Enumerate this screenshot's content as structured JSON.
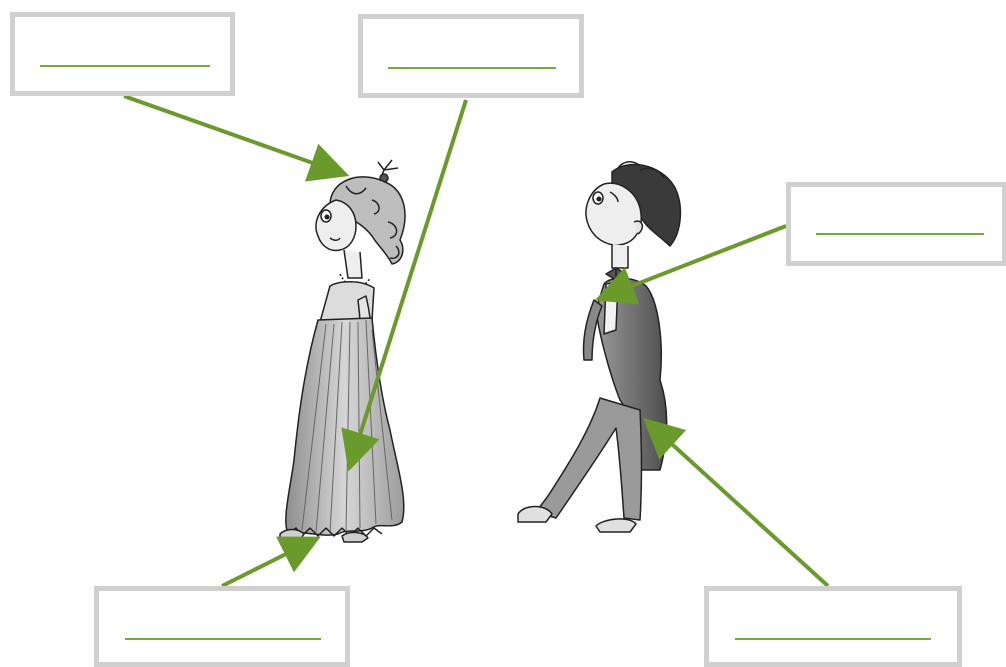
{
  "worksheet": {
    "label_boxes": [
      {
        "id": "lady-hair",
        "answer": ""
      },
      {
        "id": "lady-dress",
        "answer": ""
      },
      {
        "id": "boy-tie",
        "answer": ""
      },
      {
        "id": "lady-shoes",
        "answer": ""
      },
      {
        "id": "boy-trousers",
        "answer": ""
      }
    ],
    "arrow_color": "#6a9a2c",
    "box_border_color": "#d0d0d0",
    "illustrations": [
      "lady-in-gown",
      "boy-in-tailcoat"
    ]
  }
}
